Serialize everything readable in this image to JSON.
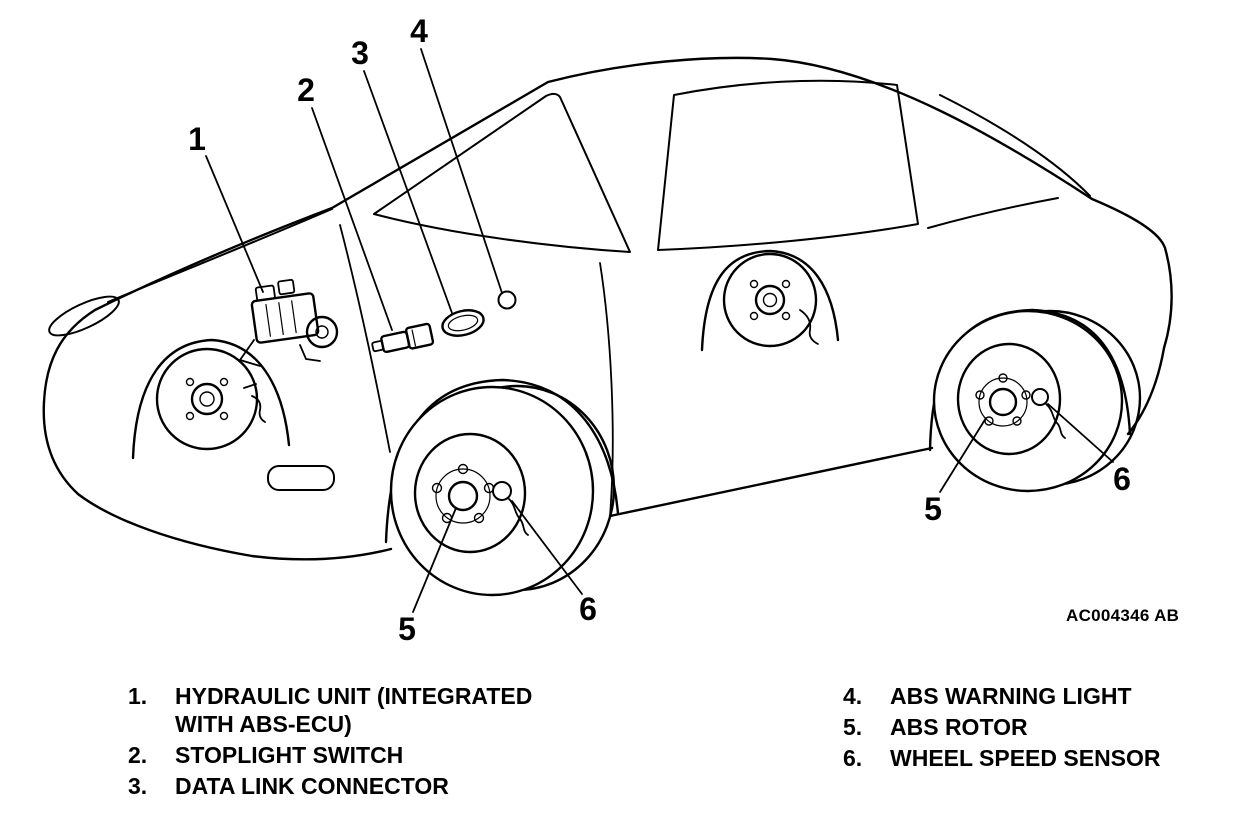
{
  "figure": {
    "ref_code": "AC004346 AB"
  },
  "callouts": {
    "n1": "1",
    "n2": "2",
    "n3": "3",
    "n4": "4",
    "n5": "5",
    "n6": "6"
  },
  "legend": {
    "left": [
      {
        "num": "1.",
        "text": "HYDRAULIC UNIT (INTEGRATED WITH ABS-ECU)"
      },
      {
        "num": "2.",
        "text": "STOPLIGHT SWITCH"
      },
      {
        "num": "3.",
        "text": "DATA LINK CONNECTOR"
      }
    ],
    "right": [
      {
        "num": "4.",
        "text": "ABS WARNING LIGHT"
      },
      {
        "num": "5.",
        "text": "ABS ROTOR"
      },
      {
        "num": "6.",
        "text": "WHEEL SPEED SENSOR"
      }
    ]
  },
  "colors": {
    "line": "#000000",
    "background": "#ffffff"
  }
}
